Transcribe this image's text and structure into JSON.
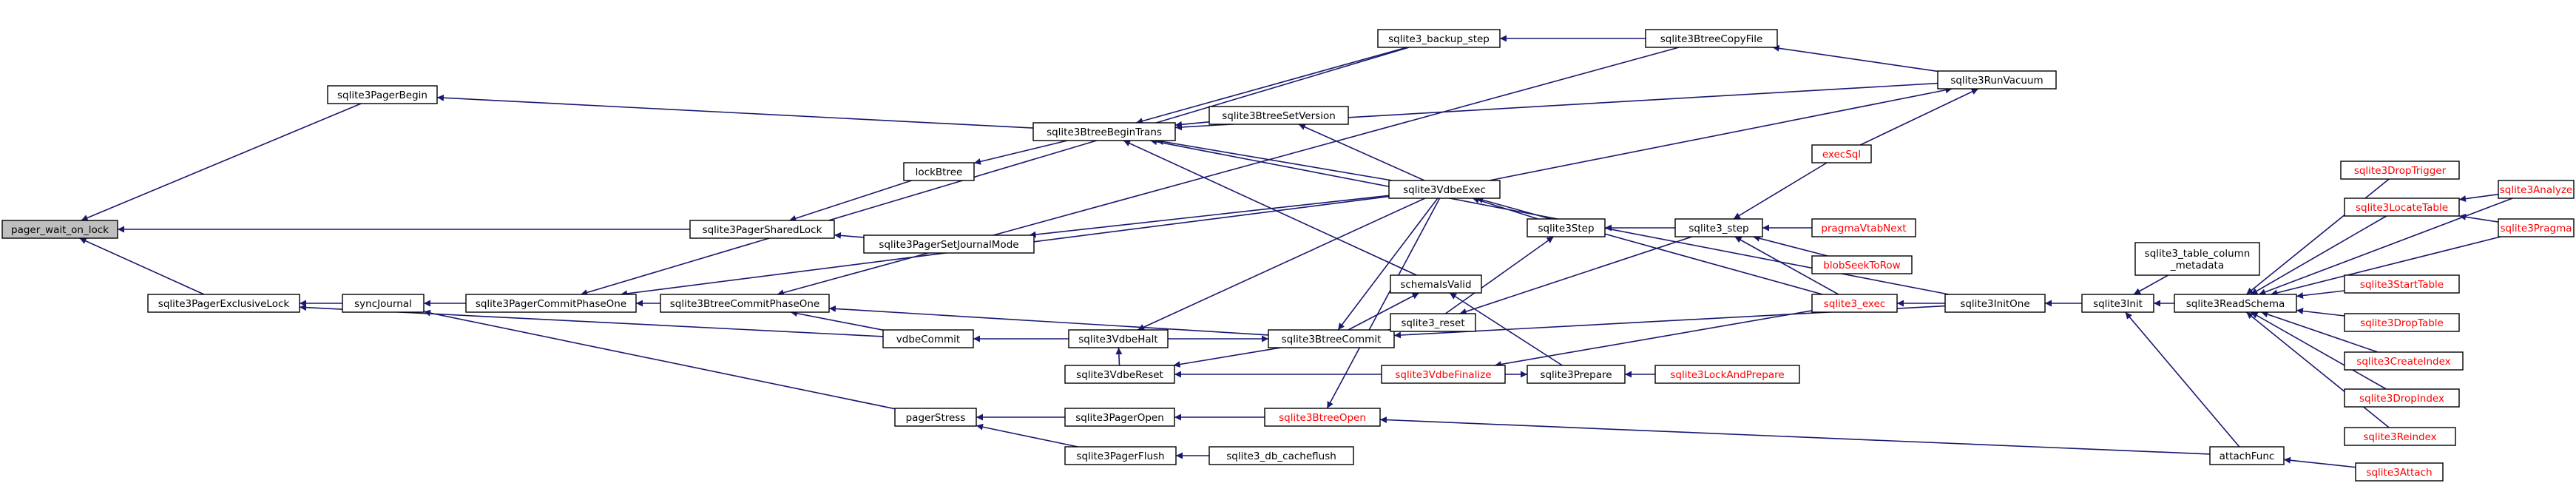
{
  "colors": {
    "edge": "#191970",
    "arrowhead": "#191970",
    "node_fill": "#ffffff",
    "focus_fill": "#bfbfbf",
    "text_default": "#000000",
    "text_truncated": "#ff0000",
    "border": "#000000"
  },
  "nodes": [
    {
      "id": "pager_wait_on_lock",
      "label": "pager_wait_on_lock",
      "kind": "focus"
    },
    {
      "id": "sqlite3PagerBegin",
      "label": "sqlite3PagerBegin",
      "kind": "normal"
    },
    {
      "id": "sqlite3PagerExclusiveLock",
      "label": "sqlite3PagerExclusiveLock",
      "kind": "normal"
    },
    {
      "id": "syncJournal",
      "label": "syncJournal",
      "kind": "normal"
    },
    {
      "id": "sqlite3PagerCommitPhaseOne",
      "label": "sqlite3PagerCommitPhaseOne",
      "kind": "normal"
    },
    {
      "id": "sqlite3BtreeCommitPhaseOne",
      "label": "sqlite3BtreeCommitPhaseOne",
      "kind": "normal"
    },
    {
      "id": "vdbeCommit",
      "label": "vdbeCommit",
      "kind": "normal"
    },
    {
      "id": "pagerStress",
      "label": "pagerStress",
      "kind": "normal"
    },
    {
      "id": "sqlite3PagerSharedLock",
      "label": "sqlite3PagerSharedLock",
      "kind": "normal"
    },
    {
      "id": "lockBtree",
      "label": "lockBtree",
      "kind": "normal"
    },
    {
      "id": "sqlite3PagerSetJournalMode",
      "label": "sqlite3PagerSetJournalMode",
      "kind": "normal"
    },
    {
      "id": "sqlite3BtreeBeginTrans",
      "label": "sqlite3BtreeBeginTrans",
      "kind": "normal"
    },
    {
      "id": "sqlite3BtreeSetVersion",
      "label": "sqlite3BtreeSetVersion",
      "kind": "normal"
    },
    {
      "id": "sqlite3_backup_step",
      "label": "sqlite3_backup_step",
      "kind": "normal"
    },
    {
      "id": "sqlite3BtreeCopyFile",
      "label": "sqlite3BtreeCopyFile",
      "kind": "normal"
    },
    {
      "id": "sqlite3RunVacuum",
      "label": "sqlite3RunVacuum",
      "kind": "normal"
    },
    {
      "id": "sqlite3VdbeHalt",
      "label": "sqlite3VdbeHalt",
      "kind": "normal"
    },
    {
      "id": "sqlite3VdbeReset",
      "label": "sqlite3VdbeReset",
      "kind": "normal"
    },
    {
      "id": "sqlite3BtreeCommit",
      "label": "sqlite3BtreeCommit",
      "kind": "normal"
    },
    {
      "id": "sqlite3VdbeExec",
      "label": "sqlite3VdbeExec",
      "kind": "normal"
    },
    {
      "id": "schemaIsValid",
      "label": "schemaIsValid",
      "kind": "normal"
    },
    {
      "id": "sqlite3_reset",
      "label": "sqlite3_reset",
      "kind": "normal"
    },
    {
      "id": "sqlite3VdbeFinalize",
      "label": "sqlite3VdbeFinalize",
      "kind": "truncated"
    },
    {
      "id": "sqlite3PagerOpen",
      "label": "sqlite3PagerOpen",
      "kind": "normal"
    },
    {
      "id": "sqlite3BtreeOpen",
      "label": "sqlite3BtreeOpen",
      "kind": "truncated"
    },
    {
      "id": "sqlite3PagerFlush",
      "label": "sqlite3PagerFlush",
      "kind": "normal"
    },
    {
      "id": "sqlite3_db_cacheflush",
      "label": "sqlite3_db_cacheflush",
      "kind": "normal"
    },
    {
      "id": "sqlite3Step",
      "label": "sqlite3Step",
      "kind": "normal"
    },
    {
      "id": "sqlite3_step",
      "label": "sqlite3_step",
      "kind": "normal"
    },
    {
      "id": "execSql",
      "label": "execSql",
      "kind": "truncated"
    },
    {
      "id": "pragmaVtabNext",
      "label": "pragmaVtabNext",
      "kind": "truncated"
    },
    {
      "id": "blobSeekToRow",
      "label": "blobSeekToRow",
      "kind": "truncated"
    },
    {
      "id": "sqlite3_exec",
      "label": "sqlite3_exec",
      "kind": "truncated"
    },
    {
      "id": "sqlite3Prepare",
      "label": "sqlite3Prepare",
      "kind": "normal"
    },
    {
      "id": "sqlite3LockAndPrepare",
      "label": "sqlite3LockAndPrepare",
      "kind": "truncated"
    },
    {
      "id": "sqlite3InitOne",
      "label": "sqlite3InitOne",
      "kind": "normal"
    },
    {
      "id": "sqlite3Init",
      "label": "sqlite3Init",
      "kind": "normal"
    },
    {
      "id": "sqlite3_table_column_metadata",
      "label": "sqlite3_table_column\n_metadata",
      "kind": "normal"
    },
    {
      "id": "sqlite3ReadSchema",
      "label": "sqlite3ReadSchema",
      "kind": "normal"
    },
    {
      "id": "attachFunc",
      "label": "attachFunc",
      "kind": "normal"
    },
    {
      "id": "sqlite3Attach",
      "label": "sqlite3Attach",
      "kind": "truncated"
    },
    {
      "id": "sqlite3DropTrigger",
      "label": "sqlite3DropTrigger",
      "kind": "truncated"
    },
    {
      "id": "sqlite3LocateTable",
      "label": "sqlite3LocateTable",
      "kind": "truncated"
    },
    {
      "id": "sqlite3Analyze",
      "label": "sqlite3Analyze",
      "kind": "truncated"
    },
    {
      "id": "sqlite3Pragma",
      "label": "sqlite3Pragma",
      "kind": "truncated"
    },
    {
      "id": "sqlite3StartTable",
      "label": "sqlite3StartTable",
      "kind": "truncated"
    },
    {
      "id": "sqlite3DropTable",
      "label": "sqlite3DropTable",
      "kind": "truncated"
    },
    {
      "id": "sqlite3CreateIndex",
      "label": "sqlite3CreateIndex",
      "kind": "truncated"
    },
    {
      "id": "sqlite3DropIndex",
      "label": "sqlite3DropIndex",
      "kind": "truncated"
    },
    {
      "id": "sqlite3Reindex",
      "label": "sqlite3Reindex",
      "kind": "truncated"
    }
  ],
  "edges": [
    [
      "sqlite3PagerBegin",
      "pager_wait_on_lock"
    ],
    [
      "sqlite3PagerExclusiveLock",
      "pager_wait_on_lock"
    ],
    [
      "sqlite3PagerSharedLock",
      "pager_wait_on_lock"
    ],
    [
      "sqlite3BtreeBeginTrans",
      "sqlite3PagerBegin"
    ],
    [
      "syncJournal",
      "sqlite3PagerExclusiveLock"
    ],
    [
      "vdbeCommit",
      "sqlite3PagerExclusiveLock"
    ],
    [
      "sqlite3PagerCommitPhaseOne",
      "syncJournal"
    ],
    [
      "pagerStress",
      "syncJournal"
    ],
    [
      "sqlite3BtreeCommitPhaseOne",
      "sqlite3PagerCommitPhaseOne"
    ],
    [
      "sqlite3VdbeExec",
      "sqlite3PagerCommitPhaseOne"
    ],
    [
      "sqlite3_backup_step",
      "sqlite3PagerCommitPhaseOne"
    ],
    [
      "vdbeCommit",
      "sqlite3BtreeCommitPhaseOne"
    ],
    [
      "sqlite3BtreeCommit",
      "sqlite3BtreeCommitPhaseOne"
    ],
    [
      "sqlite3BtreeCopyFile",
      "sqlite3BtreeCommitPhaseOne"
    ],
    [
      "sqlite3VdbeHalt",
      "vdbeCommit"
    ],
    [
      "sqlite3PagerOpen",
      "pagerStress"
    ],
    [
      "sqlite3PagerFlush",
      "pagerStress"
    ],
    [
      "lockBtree",
      "sqlite3PagerSharedLock"
    ],
    [
      "sqlite3PagerSetJournalMode",
      "sqlite3PagerSharedLock"
    ],
    [
      "sqlite3BtreeBeginTrans",
      "lockBtree"
    ],
    [
      "sqlite3VdbeExec",
      "sqlite3PagerSetJournalMode"
    ],
    [
      "sqlite3BtreeSetVersion",
      "sqlite3BtreeBeginTrans"
    ],
    [
      "sqlite3_backup_step",
      "sqlite3BtreeBeginTrans"
    ],
    [
      "sqlite3RunVacuum",
      "sqlite3BtreeBeginTrans"
    ],
    [
      "sqlite3VdbeExec",
      "sqlite3BtreeBeginTrans"
    ],
    [
      "schemaIsValid",
      "sqlite3BtreeBeginTrans"
    ],
    [
      "sqlite3InitOne",
      "sqlite3BtreeBeginTrans"
    ],
    [
      "sqlite3VdbeExec",
      "sqlite3BtreeSetVersion"
    ],
    [
      "sqlite3BtreeCopyFile",
      "sqlite3_backup_step"
    ],
    [
      "sqlite3RunVacuum",
      "sqlite3BtreeCopyFile"
    ],
    [
      "execSql",
      "sqlite3RunVacuum"
    ],
    [
      "sqlite3VdbeExec",
      "sqlite3RunVacuum"
    ],
    [
      "sqlite3VdbeReset",
      "sqlite3VdbeHalt"
    ],
    [
      "sqlite3VdbeExec",
      "sqlite3VdbeHalt"
    ],
    [
      "sqlite3VdbeFinalize",
      "sqlite3VdbeReset"
    ],
    [
      "sqlite3_reset",
      "sqlite3VdbeReset"
    ],
    [
      "sqlite3VdbeHalt",
      "sqlite3BtreeCommit"
    ],
    [
      "sqlite3VdbeExec",
      "sqlite3BtreeCommit"
    ],
    [
      "sqlite3InitOne",
      "sqlite3BtreeCommit"
    ],
    [
      "sqlite3Step",
      "sqlite3VdbeExec"
    ],
    [
      "sqlite3_exec",
      "sqlite3VdbeExec"
    ],
    [
      "sqlite3BtreeCommit",
      "schemaIsValid"
    ],
    [
      "sqlite3Prepare",
      "schemaIsValid"
    ],
    [
      "sqlite3_exec",
      "sqlite3VdbeFinalize"
    ],
    [
      "sqlite3LockAndPrepare",
      "sqlite3Prepare"
    ],
    [
      "sqlite3VdbeFinalize",
      "sqlite3Prepare"
    ],
    [
      "sqlite3BtreeOpen",
      "sqlite3PagerOpen"
    ],
    [
      "sqlite3VdbeExec",
      "sqlite3BtreeOpen"
    ],
    [
      "attachFunc",
      "sqlite3BtreeOpen"
    ],
    [
      "sqlite3_db_cacheflush",
      "sqlite3PagerFlush"
    ],
    [
      "sqlite3_step",
      "sqlite3Step"
    ],
    [
      "sqlite3_reset",
      "sqlite3Step"
    ],
    [
      "sqlite3_step",
      "sqlite3_reset"
    ],
    [
      "sqlite3_exec",
      "sqlite3_step"
    ],
    [
      "execSql",
      "sqlite3_step"
    ],
    [
      "pragmaVtabNext",
      "sqlite3_step"
    ],
    [
      "blobSeekToRow",
      "sqlite3_step"
    ],
    [
      "sqlite3InitOne",
      "sqlite3_exec"
    ],
    [
      "sqlite3Init",
      "sqlite3InitOne"
    ],
    [
      "sqlite3ReadSchema",
      "sqlite3Init"
    ],
    [
      "sqlite3_table_column_metadata",
      "sqlite3Init"
    ],
    [
      "attachFunc",
      "sqlite3Init"
    ],
    [
      "sqlite3Attach",
      "attachFunc"
    ],
    [
      "sqlite3DropTrigger",
      "sqlite3ReadSchema"
    ],
    [
      "sqlite3LocateTable",
      "sqlite3ReadSchema"
    ],
    [
      "sqlite3Analyze",
      "sqlite3ReadSchema"
    ],
    [
      "sqlite3Pragma",
      "sqlite3ReadSchema"
    ],
    [
      "sqlite3StartTable",
      "sqlite3ReadSchema"
    ],
    [
      "sqlite3DropTable",
      "sqlite3ReadSchema"
    ],
    [
      "sqlite3CreateIndex",
      "sqlite3ReadSchema"
    ],
    [
      "sqlite3DropIndex",
      "sqlite3ReadSchema"
    ],
    [
      "sqlite3Reindex",
      "sqlite3ReadSchema"
    ],
    [
      "sqlite3Analyze",
      "sqlite3LocateTable"
    ],
    [
      "sqlite3Pragma",
      "sqlite3LocateTable"
    ]
  ]
}
